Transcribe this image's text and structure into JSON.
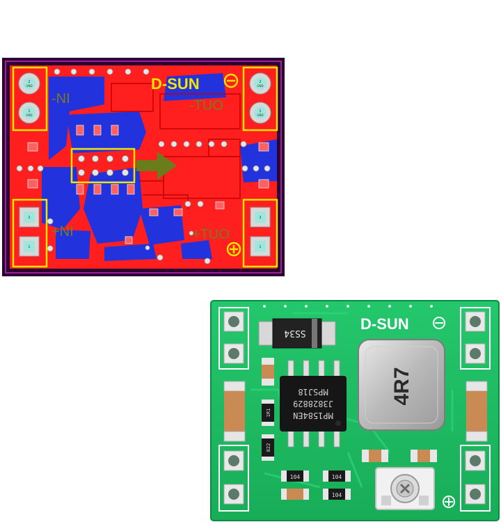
{
  "layout_view": {
    "brand": "D-SUN",
    "in_minus": "-NI",
    "out_minus": "-TUO",
    "in_plus": "+NI",
    "out_plus": "+TUO",
    "pad_num_2": "2",
    "pad_num_1": "1",
    "pad_gnd": "GND"
  },
  "board_photo": {
    "brand": "D-SUN",
    "diode_label": "SS34",
    "ic_line1": "MP1584EN",
    "ic_line2": "J3828829",
    "ic_line3": "MPSJ18",
    "inductor_label": "4R7",
    "res_a": "1R1",
    "res_b": "822",
    "res_c": "104",
    "res_d": "104",
    "res_e": "104"
  },
  "colors": {
    "pcb_red": "#ff1f1f",
    "copper_blue": "#2233dd",
    "silk_yellow": "#f2e600",
    "board_green": "#1fbf63",
    "pad_teal": "#9fe6dd"
  }
}
